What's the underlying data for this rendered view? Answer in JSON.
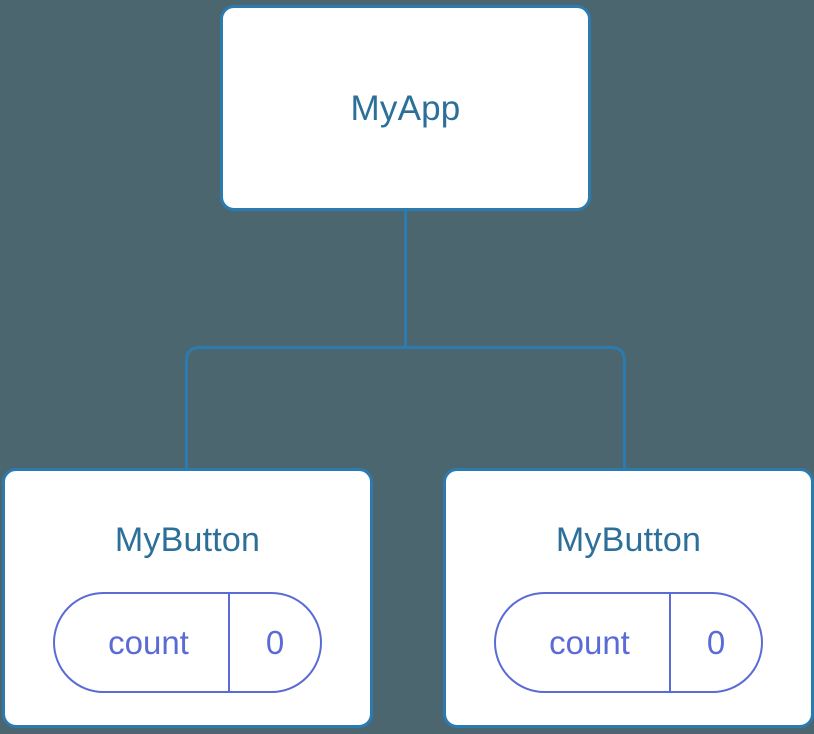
{
  "canvas": {
    "background_color": "#4c666f",
    "node_border_color": "#2c7bb0",
    "node_fill_color": "#ffffff",
    "node_title_color": "#2c7099",
    "pill_color": "#5b6bd6",
    "connector_color": "#2c7bb0"
  },
  "tree": {
    "root": {
      "title": "MyApp"
    },
    "children": [
      {
        "title": "MyButton",
        "state": {
          "key": "count",
          "value": "0"
        }
      },
      {
        "title": "MyButton",
        "state": {
          "key": "count",
          "value": "0"
        }
      }
    ]
  }
}
